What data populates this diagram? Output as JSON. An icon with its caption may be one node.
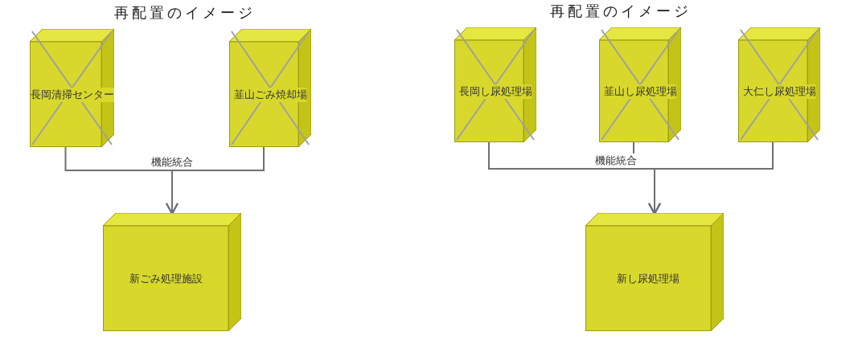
{
  "diagram": {
    "title": "再配置のイメージ",
    "nodes": [
      {
        "text": [
          "長岡清掃センター"
        ]
      },
      {
        "text": [
          "韮山ごみ焼却場"
        ]
      },
      {
        "text": [
          "新ごみ処理施設"
        ]
      },
      {
        "text": [
          "長岡し尿処理場"
        ]
      },
      {
        "text": [
          "韮山し尿処理場"
        ]
      },
      {
        "text": [
          "大仁し尿処理場"
        ]
      },
      {
        "text": [
          "新し尿処理場"
        ]
      }
    ],
    "edges": [
      {
        "from": 0,
        "to": 2,
        "arrow": "to",
        "label": "機能統合"
      },
      {
        "from": 1,
        "to": 2,
        "arrow": "to"
      },
      {
        "from": 3,
        "to": 6,
        "arrow": "to",
        "label": "機能統合"
      },
      {
        "from": 4,
        "to": 6,
        "arrow": "to"
      },
      {
        "from": 5,
        "to": 6,
        "arrow": "to"
      }
    ],
    "labels": [
      "再配置のイメージ"
    ]
  }
}
